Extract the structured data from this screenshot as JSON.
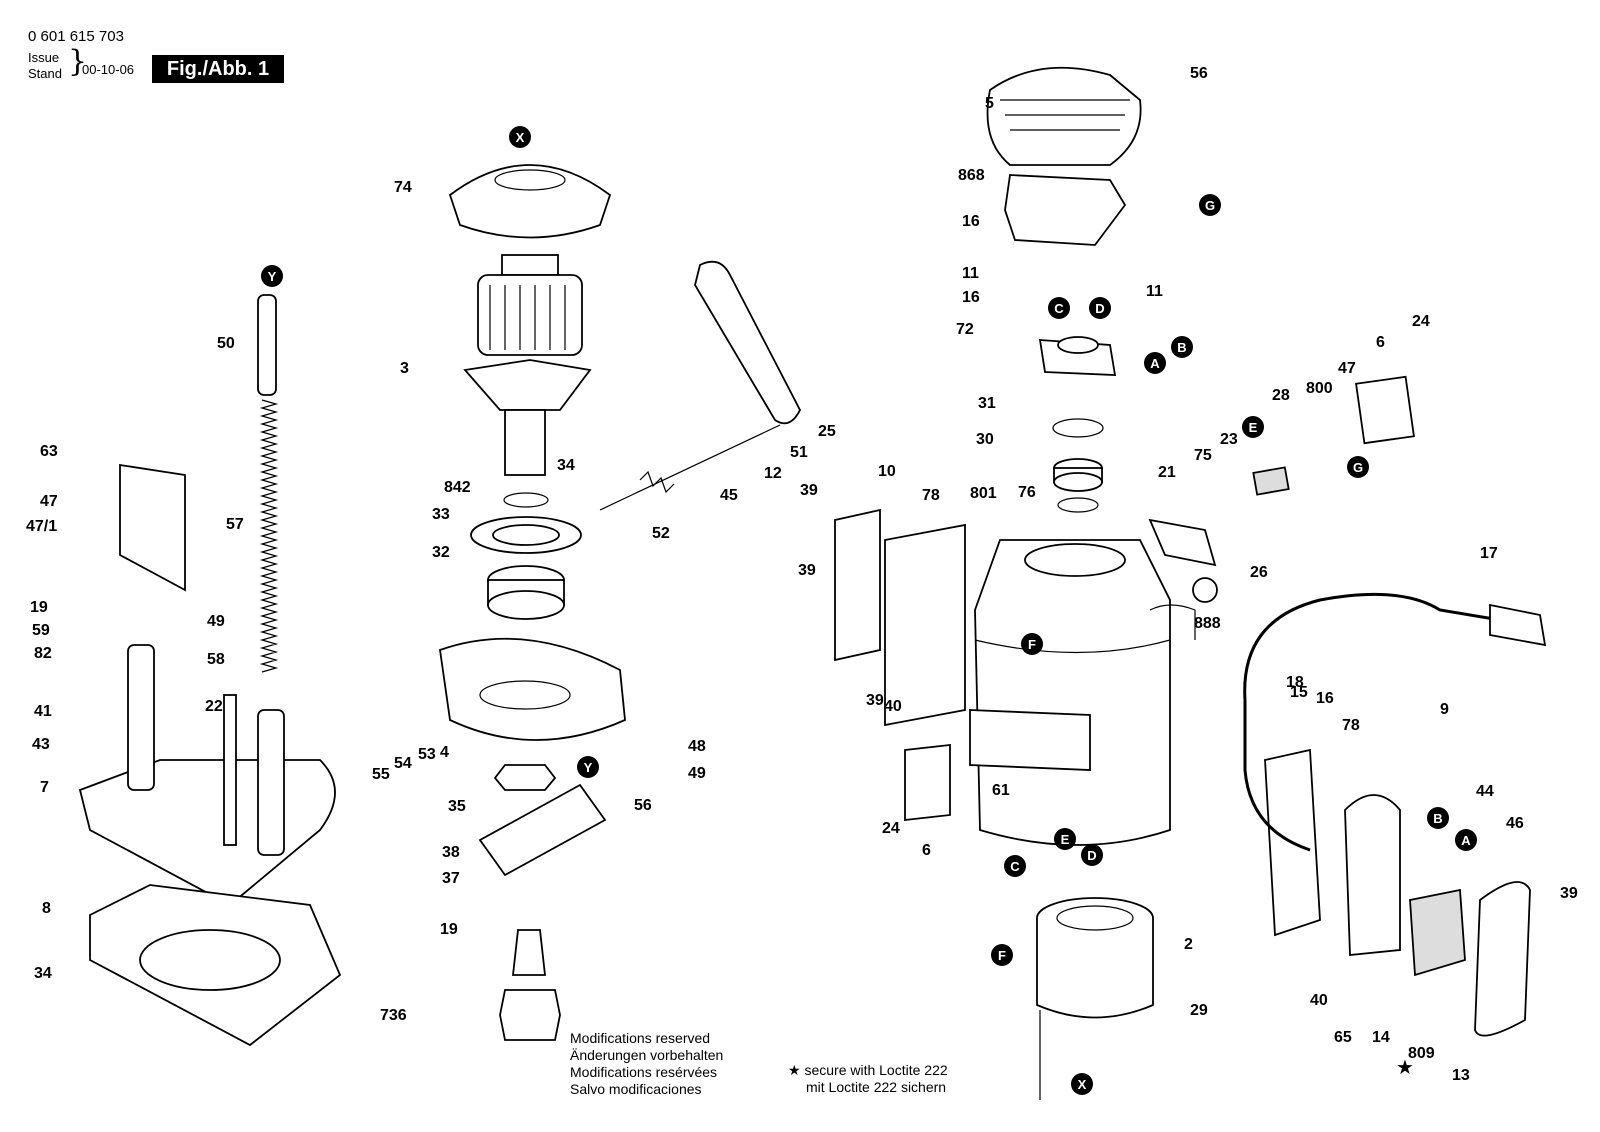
{
  "header": {
    "part_number": "0 601 615 703",
    "issue_label": "Issue",
    "stand_label": "Stand",
    "date": "00-10-06",
    "figure_label": "Fig./Abb. 1"
  },
  "notes": {
    "modifications": [
      "Modifications reserved",
      "Änderungen vorbehalten",
      "Modifications resérvées",
      "Salvo modificaciones"
    ],
    "loctite": [
      "secure with Loctite 222",
      "mit Loctite 222 sichern"
    ],
    "star_symbol": "★"
  },
  "part_labels": [
    "56",
    "5",
    "868",
    "16",
    "11",
    "11",
    "16",
    "72",
    "31",
    "30",
    "801",
    "76",
    "24",
    "6",
    "47",
    "800",
    "28",
    "23",
    "75",
    "21",
    "26",
    "17",
    "888",
    "18",
    "15",
    "16",
    "78",
    "9",
    "44",
    "46",
    "39",
    "40",
    "65",
    "14",
    "809",
    "13",
    "2",
    "29",
    "61",
    "24",
    "6",
    "10",
    "78",
    "39",
    "39",
    "39",
    "40",
    "74",
    "3",
    "842",
    "34",
    "33",
    "32",
    "4",
    "55",
    "54",
    "53",
    "35",
    "38",
    "37",
    "19",
    "736",
    "52",
    "45",
    "12",
    "51",
    "25",
    "48",
    "49",
    "56",
    "50",
    "57",
    "63",
    "47",
    "47/1",
    "19",
    "59",
    "82",
    "41",
    "43",
    "7",
    "49",
    "58",
    "22",
    "8",
    "34"
  ],
  "connection_markers": [
    "X",
    "Y",
    "G",
    "C",
    "D",
    "B",
    "A",
    "E",
    "G",
    "F",
    "E",
    "C",
    "D",
    "F",
    "X",
    "B",
    "A",
    "Y"
  ]
}
